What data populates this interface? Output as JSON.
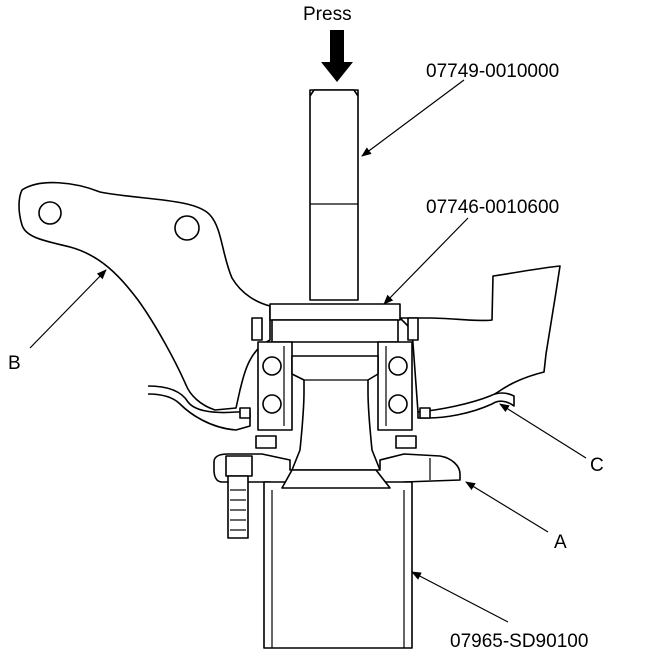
{
  "diagram": {
    "press_label": "Press",
    "callouts": {
      "tool_driver": "07749-0010000",
      "tool_attachment": "07746-0010600",
      "tool_support": "07965-SD90100",
      "a": "A",
      "b": "B",
      "c": "C"
    }
  }
}
